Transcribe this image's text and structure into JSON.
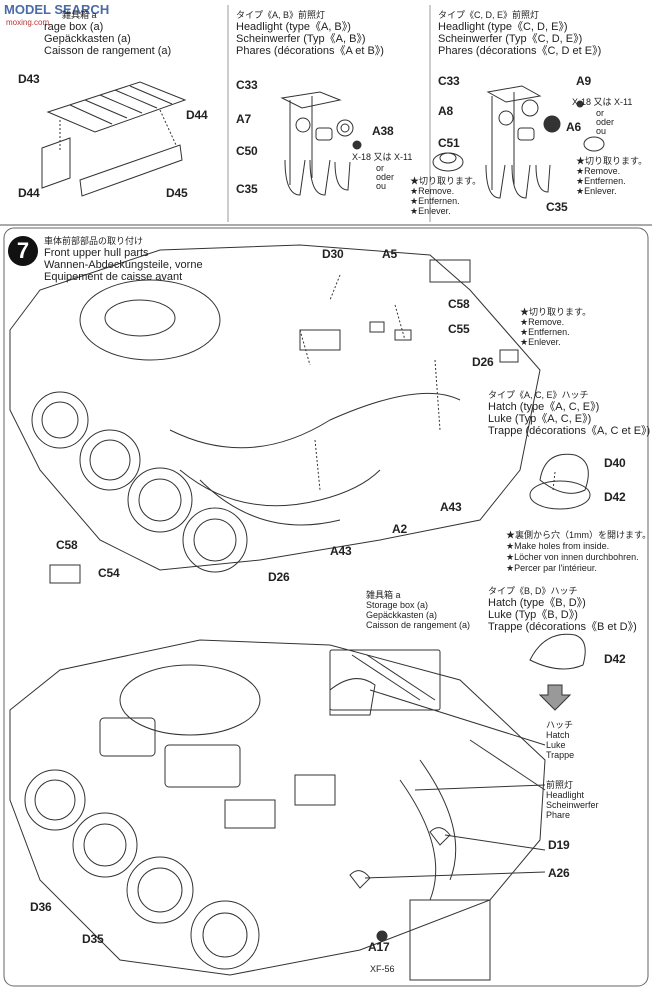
{
  "watermark": {
    "text": "MODEL SEARCH",
    "sub": "moxing.com"
  },
  "top_left": {
    "l1": "雑具箱 a",
    "l2": "rage box (a)",
    "l3": "Gepäckkasten (a)",
    "l4": "Caisson de rangement (a)"
  },
  "top_mid": {
    "l1": "タイプ《A, B》前照灯",
    "l2": "Headlight (type《A, B》)",
    "l3": "Scheinwerfer (Typ《A, B》)",
    "l4": "Phares (décorations《A et B》)"
  },
  "top_right": {
    "l1": "タイプ《C, D, E》前照灯",
    "l2": "Headlight (type《C, D, E》)",
    "l3": "Scheinwerfer (Typ《C, D, E》)",
    "l4": "Phares (décorations《C, D et E》)"
  },
  "parts_top": {
    "d43": "D43",
    "d44a": "D44",
    "d44b": "D44",
    "d45": "D45",
    "c33a": "C33",
    "a7": "A7",
    "c50": "C50",
    "c35a": "C35",
    "a38": "A38",
    "c33b": "C33",
    "a9": "A9",
    "a8": "A8",
    "a6": "A6",
    "c51": "C51",
    "c35b": "C35"
  },
  "x18_mid": {
    "l1": "X-18 又は X-11",
    "l2": "or",
    "l3": "oder",
    "l4": "ou"
  },
  "x18_right": {
    "l1": "X-18 又は X-11",
    "l2": "or",
    "l3": "oder",
    "l4": "ou"
  },
  "remove_left": {
    "l1": "★切り取ります。",
    "l2": "★Remove.",
    "l3": "★Entfernen.",
    "l4": "★Enlever."
  },
  "remove_right": {
    "l1": "★切り取ります。",
    "l2": "★Remove.",
    "l3": "★Entfernen.",
    "l4": "★Enlever."
  },
  "step7": {
    "num": "7",
    "l1": "車体前部部品の取り付け",
    "l2": "Front upper hull parts",
    "l3": "Wannen-Abdeckungsteile, vorne",
    "l4": "Equipement de caisse avant"
  },
  "parts_mid": {
    "d30": "D30",
    "a5": "A5",
    "c58a": "C58",
    "c55": "C55",
    "d26a": "D26",
    "a43a": "A43",
    "a2": "A2",
    "a43b": "A43",
    "c58b": "C58",
    "c54": "C54",
    "d26b": "D26"
  },
  "remove_mid": {
    "l1": "★切り取ります。",
    "l2": "★Remove.",
    "l3": "★Entfernen.",
    "l4": "★Enlever."
  },
  "hatch_ace": {
    "l1": "タイプ《A, C, E》ハッチ",
    "l2": "Hatch (type《A, C, E》)",
    "l3": "Luke (Typ《A, C, E》)",
    "l4": "Trappe (décorations《A, C et E》)",
    "d40": "D40",
    "d42": "D42"
  },
  "holes": {
    "l1": "★裏側から穴（1mm）を開けます。",
    "l2": "★Make holes from inside.",
    "l3": "★Löcher von innen durchbohren.",
    "l4": "★Percer par l'intérieur."
  },
  "hatch_bd": {
    "l1": "タイプ《B, D》ハッチ",
    "l2": "Hatch (type《B, D》)",
    "l3": "Luke (Typ《B, D》)",
    "l4": "Trappe (décorations《B et D》)",
    "d42": "D42"
  },
  "storage_b": {
    "l1": "雑具箱 a",
    "l2": "Storage box (a)",
    "l3": "Gepäckkasten (a)",
    "l4": "Caisson de rangement (a)"
  },
  "hatch_lbl": {
    "l1": "ハッチ",
    "l2": "Hatch",
    "l3": "Luke",
    "l4": "Trappe"
  },
  "headlight_lbl": {
    "l1": "前照灯",
    "l2": "Headlight",
    "l3": "Scheinwerfer",
    "l4": "Phare"
  },
  "parts_bottom": {
    "d19": "D19",
    "a26": "A26",
    "d36": "D36",
    "d35": "D35",
    "a17": "A17",
    "xf56": "XF-56"
  }
}
